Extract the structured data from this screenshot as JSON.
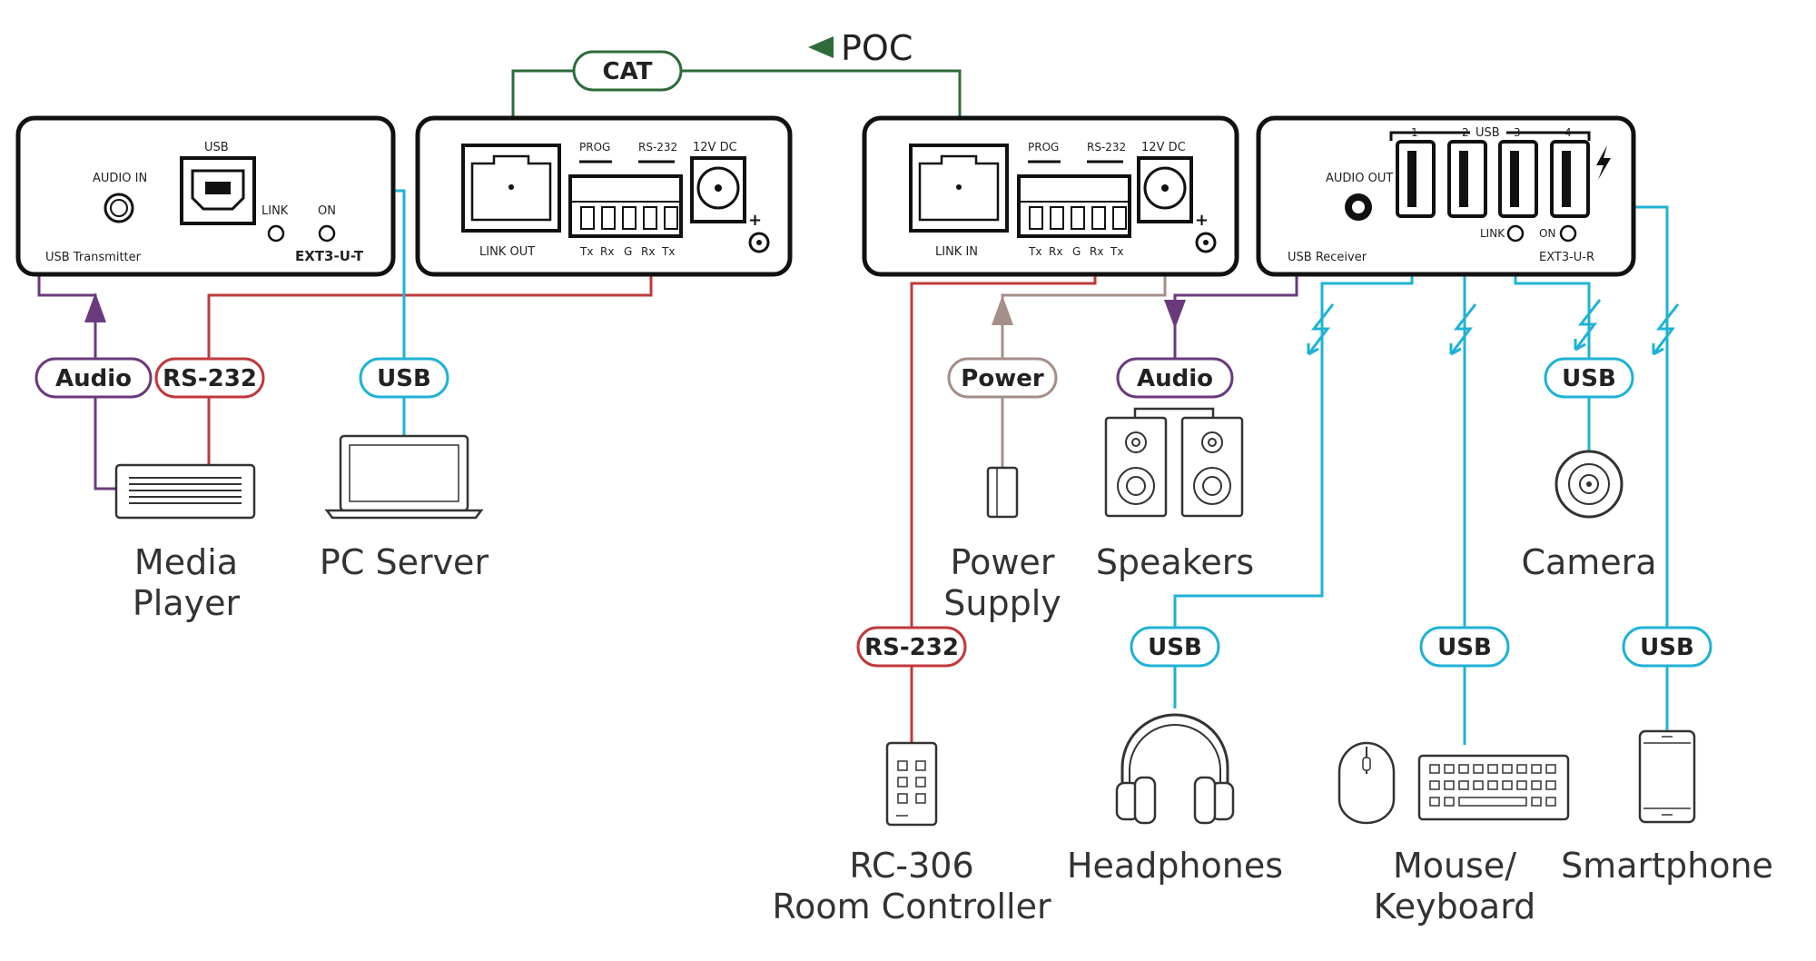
{
  "colors": {
    "cat": "#2e6b3a",
    "usb": "#1fb2d6",
    "rs232": "#c0393b",
    "audio": "#6b3a7d",
    "power": "#a58f88",
    "device": "#333333"
  },
  "poc": {
    "label": "POC"
  },
  "pills": {
    "cat": "CAT",
    "audio_tx": "Audio",
    "rs232_tx": "RS-232",
    "usb_tx": "USB",
    "power": "Power",
    "audio_rx": "Audio",
    "usb_camera": "USB",
    "rs232_rx": "RS-232",
    "usb_headphones": "USB",
    "usb_keyboard": "USB",
    "usb_smartphone": "USB"
  },
  "transmitter": {
    "audio_in": "AUDIO IN",
    "usb": "USB",
    "link": "LINK",
    "on": "ON",
    "name": "USB Transmitter",
    "model": "EXT3-U-T",
    "link_out": "LINK OUT",
    "prog": "PROG",
    "rs232": "RS-232",
    "dc": "12V DC",
    "pins": [
      "Tx",
      "Rx",
      "G",
      "Rx",
      "Tx"
    ]
  },
  "receiver": {
    "link_in": "LINK IN",
    "prog": "PROG",
    "rs232": "RS-232",
    "dc": "12V DC",
    "pins": [
      "Tx",
      "Rx",
      "G",
      "Rx",
      "Tx"
    ],
    "audio_out": "AUDIO OUT",
    "name": "USB Receiver",
    "usb": "USB",
    "ports": [
      "1",
      "2",
      "3",
      "4"
    ],
    "link": "LINK",
    "on": "ON",
    "model": "EXT3-U-R"
  },
  "devices": {
    "media_player": [
      "Media",
      "Player"
    ],
    "pc_server": [
      "PC Server"
    ],
    "power_supply": [
      "Power",
      "Supply"
    ],
    "speakers": [
      "Speakers"
    ],
    "camera": [
      "Camera"
    ],
    "room_controller": [
      "RC-306",
      "Room Controller"
    ],
    "headphones": [
      "Headphones"
    ],
    "mouse_keyboard": [
      "Mouse/",
      "Keyboard"
    ],
    "smartphone": [
      "Smartphone"
    ]
  }
}
